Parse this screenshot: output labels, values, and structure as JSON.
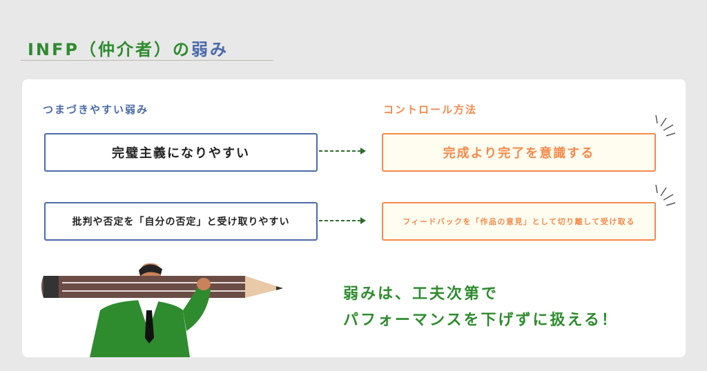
{
  "title": {
    "main": "INFP（仲介者）の",
    "accent": "弱み"
  },
  "left_heading": "つまづきやすい弱み",
  "right_heading": "コントロール方法",
  "rows": [
    {
      "weakness": "完璧主義になりやすい",
      "control": "完成より完了を意識する"
    },
    {
      "weakness": "批判や否定を「自分の否定」と受け取りやすい",
      "control": "フィードバックを「作品の意見」として切り離して受け取る"
    }
  ],
  "message": {
    "line1": "弱みは、工夫次第で",
    "line2": "パフォーマンスを下げずに扱える！"
  },
  "colors": {
    "green": "#2e8b2e",
    "blue": "#4a6aa8",
    "orange": "#f5894a"
  }
}
